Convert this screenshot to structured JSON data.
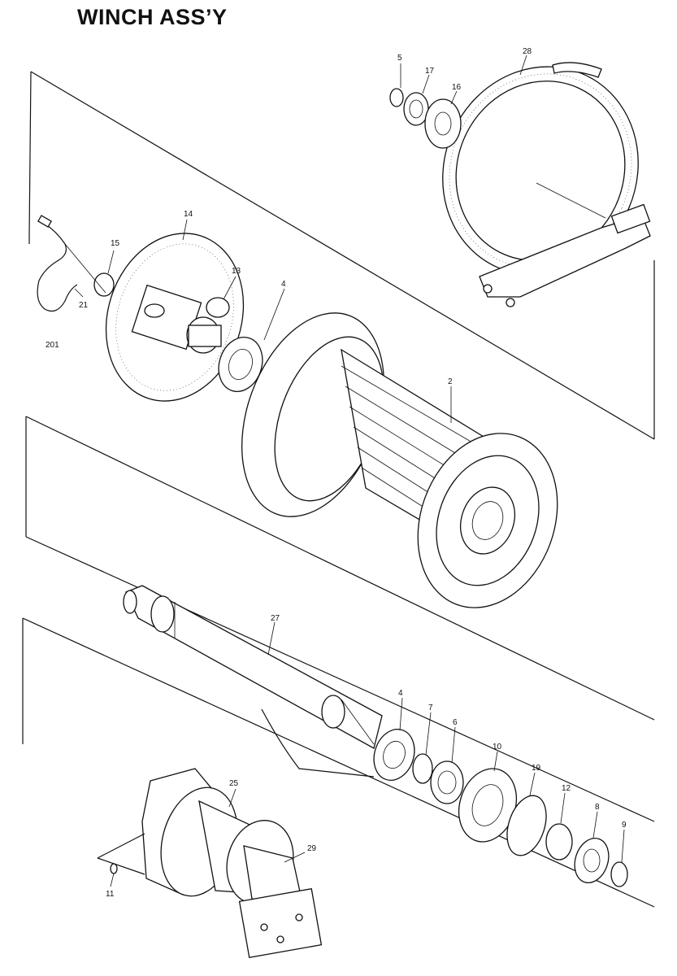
{
  "title": "WINCH ASS’Y",
  "callouts": {
    "c5a": "5",
    "c17": "17",
    "c16": "16",
    "c28": "28",
    "c14": "14",
    "c15": "15",
    "c13": "13",
    "c4a": "4",
    "c21": "21",
    "c201": "201",
    "c2": "2",
    "c27": "27",
    "c4b": "4",
    "c7": "7",
    "c6": "6",
    "c10": "10",
    "c19": "19",
    "c12": "12",
    "c8": "8",
    "c9": "9",
    "c25": "25",
    "c29": "29",
    "c11": "11"
  }
}
